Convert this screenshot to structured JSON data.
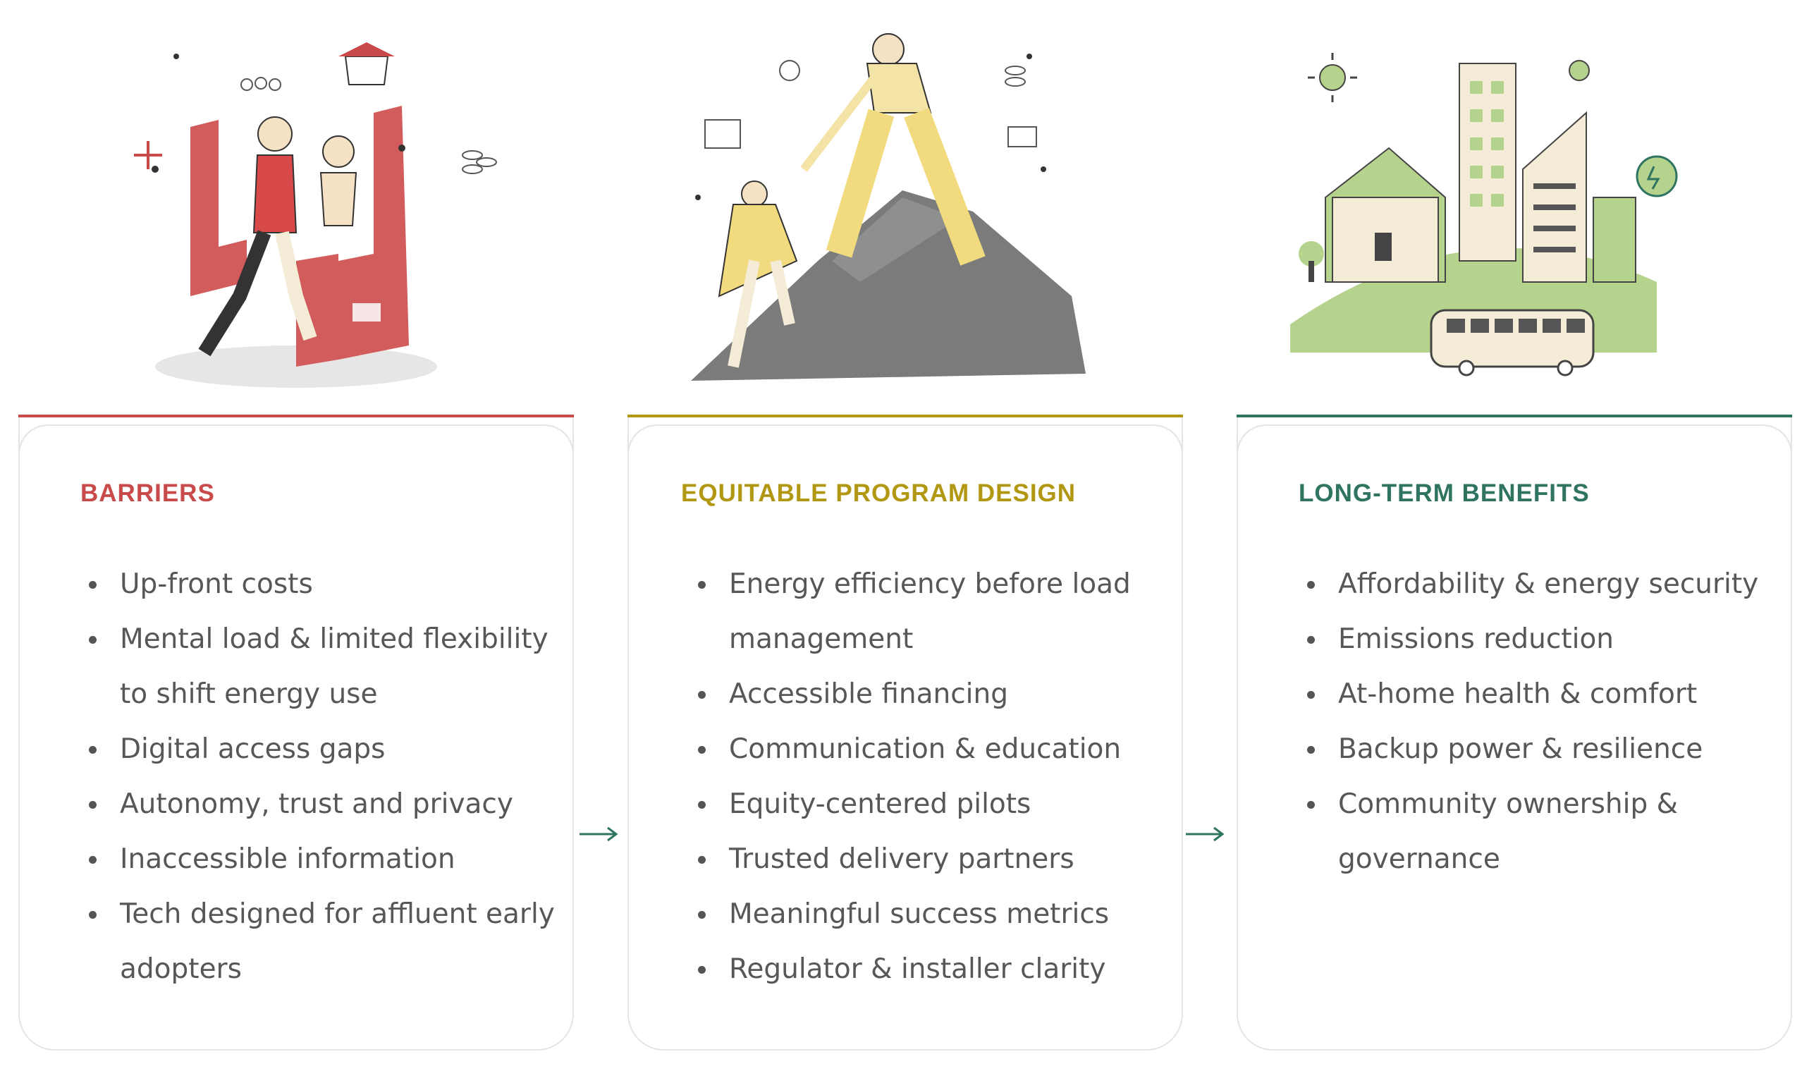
{
  "colors": {
    "barriers": "#c94a4a",
    "design": "#b29812",
    "benefits": "#2f7361",
    "card_border": "#e4e4e4",
    "text": "#555555"
  },
  "columns": [
    {
      "title": "BARRIERS",
      "accent": "#c94a4a",
      "illustration": "family-climbing-blocks-illustration",
      "items": [
        "Up-front costs",
        "Mental load & limited flexibility to shift energy use",
        "Digital access gaps",
        "Autonomy, trust and privacy",
        "Inaccessible information",
        "Tech designed for affluent early adopters"
      ]
    },
    {
      "title": "EQUITABLE PROGRAM DESIGN",
      "accent": "#b29812",
      "illustration": "helping-hand-climb-illustration",
      "items": [
        "Energy efficiency before load management",
        "Accessible financing",
        "Communication & education",
        "Equity-centered pilots",
        "Trusted delivery partners",
        "Meaningful success metrics",
        "Regulator & installer clarity"
      ]
    },
    {
      "title": "LONG-TERM BENEFITS",
      "accent": "#2f7361",
      "illustration": "green-city-illustration",
      "items": [
        "Affordability & energy security",
        "Emissions reduction",
        "At-home health & comfort",
        "Backup power & resilience",
        "Community ownership & governance"
      ]
    }
  ],
  "arrows": [
    {
      "icon": "right-arrow-icon"
    },
    {
      "icon": "right-arrow-icon"
    }
  ]
}
